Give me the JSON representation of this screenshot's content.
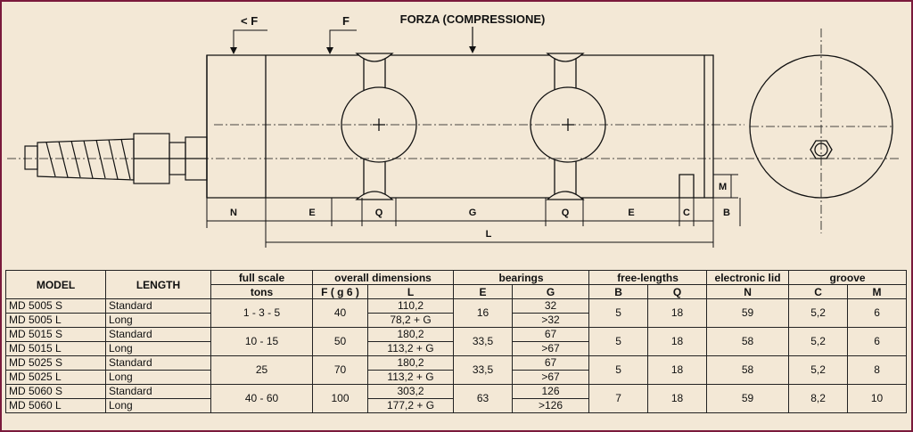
{
  "drawing": {
    "title": "FORZA (COMPRESSIONE)",
    "label_lt_f": "< F",
    "label_f": "F",
    "dim_n": "N",
    "dim_e_left": "E",
    "dim_q_left": "Q",
    "dim_g": "G",
    "dim_q_right": "Q",
    "dim_e_right": "E",
    "dim_c": "C",
    "dim_b": "B",
    "dim_l": "L",
    "dim_m": "M"
  },
  "table": {
    "headers": {
      "model": "MODEL",
      "length": "LENGTH",
      "full_scale": "full scale",
      "tons": "tons",
      "overall_dimensions": "overall dimensions",
      "f_g6": "F ( g 6 )",
      "l": "L",
      "bearings": "bearings",
      "e": "E",
      "g": "G",
      "free_lengths": "free-lengths",
      "b": "B",
      "q": "Q",
      "electronic_lid": "electronic lid",
      "n": "N",
      "groove": "groove",
      "c": "C",
      "m": "M"
    },
    "groups": [
      {
        "rows": [
          {
            "model": "MD 5005 S",
            "length": "Standard",
            "l": "110,2",
            "g": "32"
          },
          {
            "model": "MD 5005 L",
            "length": "Long",
            "l": "78,2 + G",
            "g": ">32"
          }
        ],
        "tons": "1 - 3 - 5",
        "f": "40",
        "e": "16",
        "b": "5",
        "q": "18",
        "n": "59",
        "c": "5,2",
        "m": "6"
      },
      {
        "rows": [
          {
            "model": "MD 5015 S",
            "length": "Standard",
            "l": "180,2",
            "g": "67"
          },
          {
            "model": "MD 5015 L",
            "length": "Long",
            "l": "113,2 + G",
            "g": ">67"
          }
        ],
        "tons": "10 - 15",
        "f": "50",
        "e": "33,5",
        "b": "5",
        "q": "18",
        "n": "58",
        "c": "5,2",
        "m": "6"
      },
      {
        "rows": [
          {
            "model": "MD 5025 S",
            "length": "Standard",
            "l": "180,2",
            "g": "67"
          },
          {
            "model": "MD 5025 L",
            "length": "Long",
            "l": "113,2 + G",
            "g": ">67"
          }
        ],
        "tons": "25",
        "f": "70",
        "e": "33,5",
        "b": "5",
        "q": "18",
        "n": "58",
        "c": "5,2",
        "m": "8"
      },
      {
        "rows": [
          {
            "model": "MD 5060 S",
            "length": "Standard",
            "l": "303,2",
            "g": "126"
          },
          {
            "model": "MD 5060 L",
            "length": "Long",
            "l": "177,2 + G",
            "g": ">126"
          }
        ],
        "tons": "40 - 60",
        "f": "100",
        "e": "63",
        "b": "7",
        "q": "18",
        "n": "59",
        "c": "8,2",
        "m": "10"
      }
    ]
  }
}
